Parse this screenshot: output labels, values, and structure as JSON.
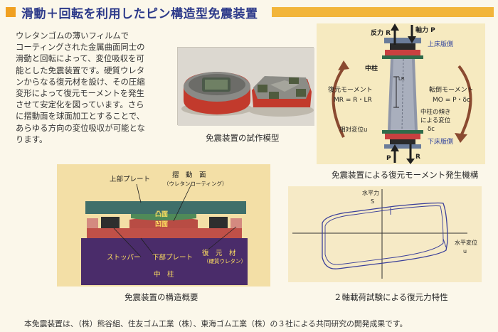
{
  "title": "滑動＋回転を利用したピン構造型免震装置",
  "body_text": "ウレタンゴムの薄いフィルムで\nコーティングされた金属曲面同士の\n滑動と回転によって、変位吸収を可\n能とした免震装置です。硬質ウレタ\nンからなる復元材を設け、その圧縮\n変形によって復元モーメントを発生\nさせて安定化を図っています。さら\nに摺動面を球面加工とすることで、\nあらゆる方向の変位吸収が可能とな\nります。",
  "photo": {
    "caption": "免震装置の試作模型"
  },
  "mechanism": {
    "caption": "免震装置による復元モーメント発生機構",
    "labels": {
      "reaction_force": "反力 R",
      "axial_force": "軸力 P",
      "upper_slab": "上床版側",
      "center_column": "中柱",
      "lr": "LR",
      "restoring_moment": "復元モーメント",
      "mr_formula": "MR = R・LR",
      "rolling_moment": "転倒モーメント",
      "mo_formula": "MO = P・δc",
      "tilt_1": "中柱の傾き",
      "tilt_2": "による変位",
      "delta_c": "δc",
      "relative_disp": "相対変位u",
      "lower_slab": "下床版側",
      "p_bottom": "P",
      "r_bottom": "R"
    }
  },
  "structure": {
    "caption": "免震装置の構造概要",
    "labels": {
      "upper_plate": "上部プレート",
      "sliding_surface": "摺　動　面",
      "urethane_coating": "（ウレタンコーティング）",
      "convex": "凸面",
      "concave": "凹面",
      "stopper": "ストッパー",
      "lower_plate": "下部プレート",
      "restoring_material": "復　元　材",
      "hard_urethane": "（硬質ウレタン）",
      "center_column": "中　柱"
    }
  },
  "test": {
    "caption": "２軸載荷試験による復元力特性",
    "labels": {
      "y_axis_1": "水平力",
      "y_axis_2": "S",
      "x_axis_1": "水平変位",
      "x_axis_2": "u"
    }
  },
  "footer": "本免震装置は、（株）熊谷組、住友ゴム工業（株）、東海ゴム工業（株）の３社による共同研究の開発成果です。",
  "colors": {
    "title": "#2d3a8a",
    "accent_orange": "#f2b53a",
    "label_red": "#d81f26",
    "label_blue": "#2b3f9c",
    "hysteresis": "#3a3f9a"
  }
}
